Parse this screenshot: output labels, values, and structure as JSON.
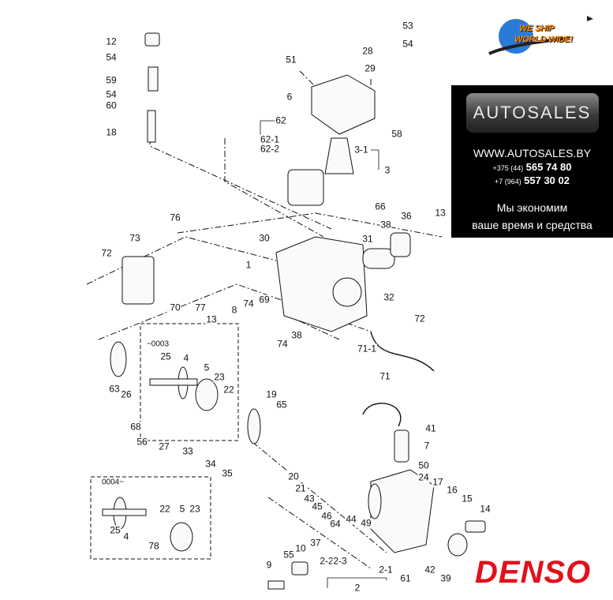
{
  "callouts": [
    "12",
    "54",
    "59",
    "54",
    "60",
    "18",
    "51",
    "6",
    "28",
    "29",
    "53",
    "54",
    "58",
    "62",
    "62-1",
    "62-2",
    "3-1",
    "3",
    "66",
    "13",
    "36",
    "38",
    "31",
    "32",
    "30",
    "1",
    "76",
    "73",
    "72",
    "70",
    "77",
    "8",
    "74",
    "69",
    "74",
    "38",
    "13",
    "72",
    "71-1",
    "71",
    "~0003",
    "25",
    "4",
    "5",
    "23",
    "22",
    "63",
    "26",
    "19",
    "65",
    "68",
    "56",
    "27",
    "33",
    "34",
    "35",
    "41",
    "7",
    "50",
    "24",
    "17",
    "16",
    "15",
    "14",
    "20",
    "21",
    "43",
    "45",
    "46",
    "64",
    "44",
    "49",
    "0004~",
    "25",
    "4",
    "22",
    "5",
    "23",
    "78",
    "9",
    "55",
    "10",
    "37",
    "2-2",
    "2-3",
    "2-1",
    "2",
    "61",
    "42",
    "39"
  ],
  "shipping_logo": {
    "line1": "WE SHIP",
    "line2": "WORLD WIDE!"
  },
  "promo": {
    "brand": "AUTOSALES",
    "url": "WWW.AUTOSALES.BY",
    "phones": [
      {
        "code": "+375 (44)",
        "number": "565 74 80"
      },
      {
        "code": "+7 (964)",
        "number": "557 30 02"
      }
    ],
    "slogan1": "Мы экономим",
    "slogan2": "ваше время и средства"
  },
  "brand_logo": "DENSO",
  "colors": {
    "denso_red": "#e3101b",
    "promo_bg": "#000000",
    "ship_orange": "#ff8a00"
  }
}
